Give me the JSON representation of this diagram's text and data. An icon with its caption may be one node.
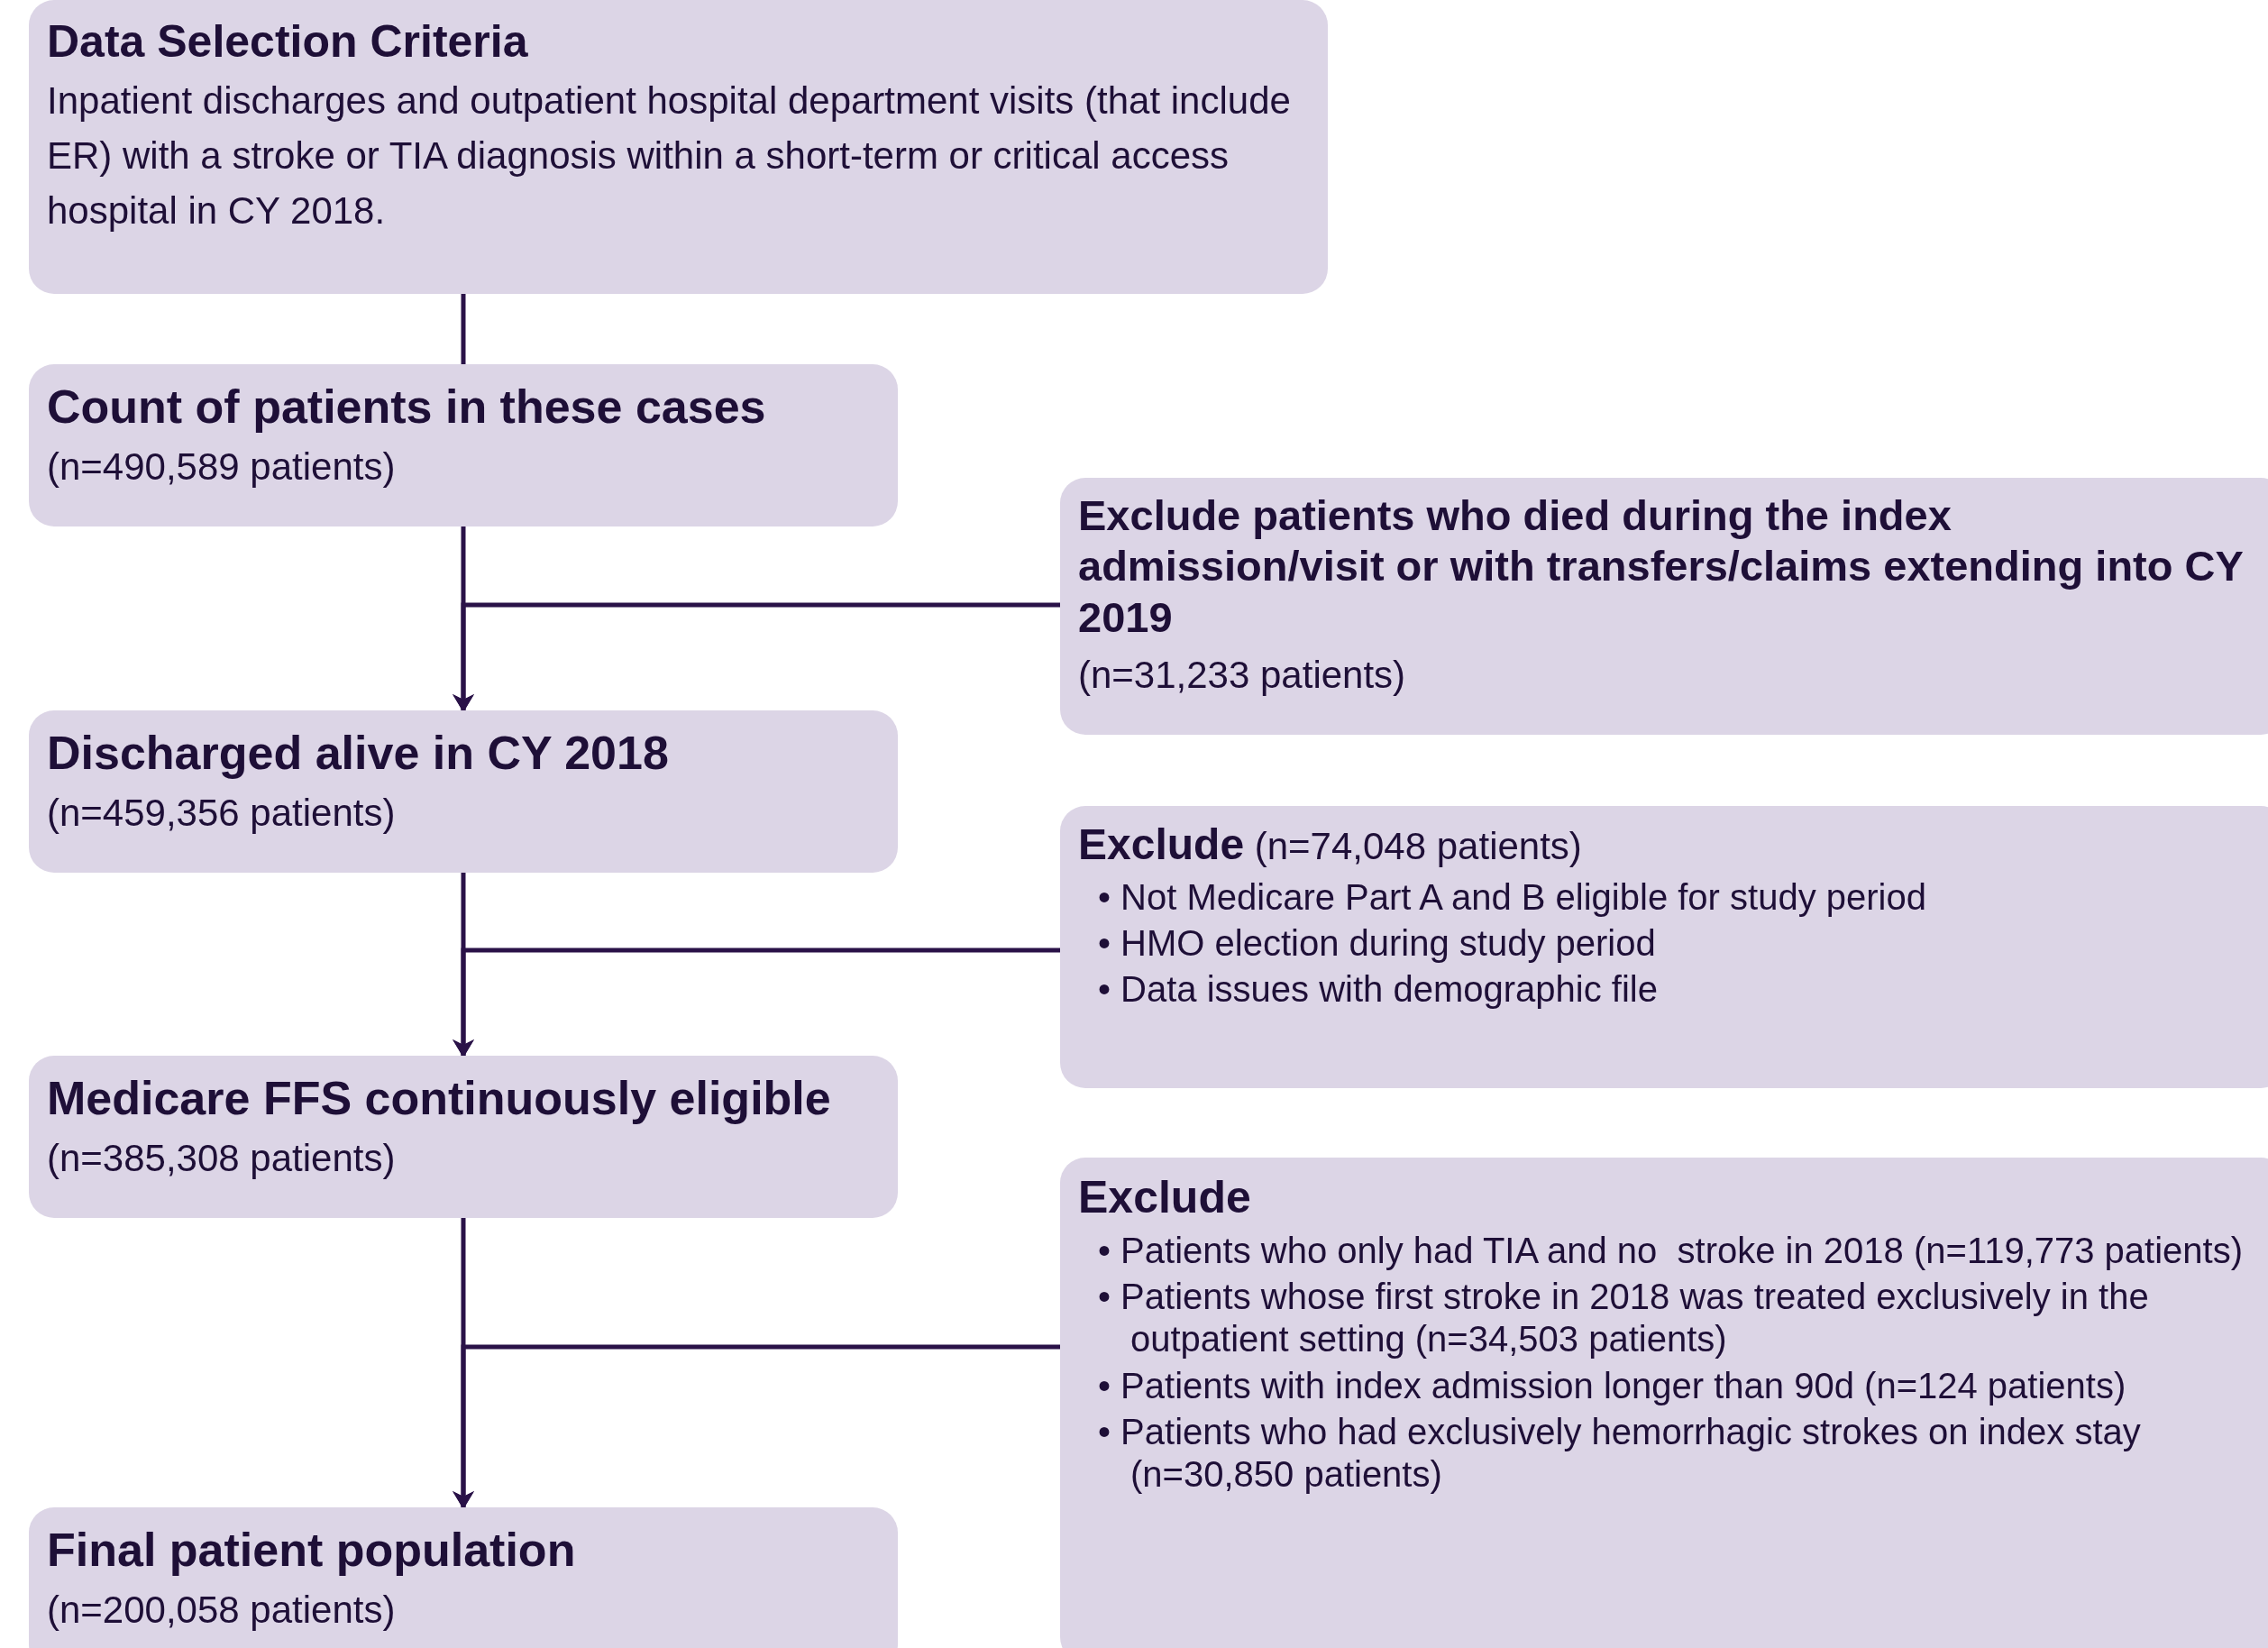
{
  "diagram": {
    "nodes": [
      {
        "text": [
          "Data Selection Criteria",
          "Inpatient discharges and outpatient hospital department visits (that include ER) with a stroke or TIA diagnosis within a short-term or critical access hospital in CY 2018."
        ]
      },
      {
        "text": [
          "Count of patients in these cases",
          "(n=490,589 patients)"
        ]
      },
      {
        "text": [
          "Exclude patients who died during the index admission/visit or with transfers/claims extending into CY 2019",
          "(n=31,233 patients)"
        ]
      },
      {
        "text": [
          "Discharged alive in CY 2018",
          "(n=459,356 patients)"
        ]
      },
      {
        "text": [
          "**Exclude** (n=74,048 patients)",
          "• Not Medicare Part A and B eligible for study period",
          "• HMO election during study period",
          "• Data issues with demographic file"
        ]
      },
      {
        "text": [
          "Medicare FFS continuously eligible",
          "(n=385,308 patients)"
        ]
      },
      {
        "text": [
          "Exclude",
          "• Patients who only had TIA and no  stroke in 2018 (n=119,773 patients)",
          "• Patients whose first stroke in 2018 was treated exclusively in the outpatient setting (n=34,503 patients)",
          "• Patients with index admission longer than 90d (n=124 patients)",
          "• Patients who had exclusively hemorrhagic strokes on index stay (n=30,850 patients)"
        ]
      },
      {
        "text": [
          "Final patient population",
          "(n=200,058 patients)"
        ]
      }
    ],
    "edges": [
      {
        "from": 0,
        "to": 1,
        "arrow": "none"
      },
      {
        "from": 1,
        "to": 3,
        "arrow": "to"
      },
      {
        "from": 2,
        "to": 3,
        "arrow": "to"
      },
      {
        "from": 3,
        "to": 5,
        "arrow": "to"
      },
      {
        "from": 4,
        "to": 5,
        "arrow": "to"
      },
      {
        "from": 5,
        "to": 7,
        "arrow": "to"
      },
      {
        "from": 6,
        "to": 7,
        "arrow": "to"
      }
    ]
  }
}
